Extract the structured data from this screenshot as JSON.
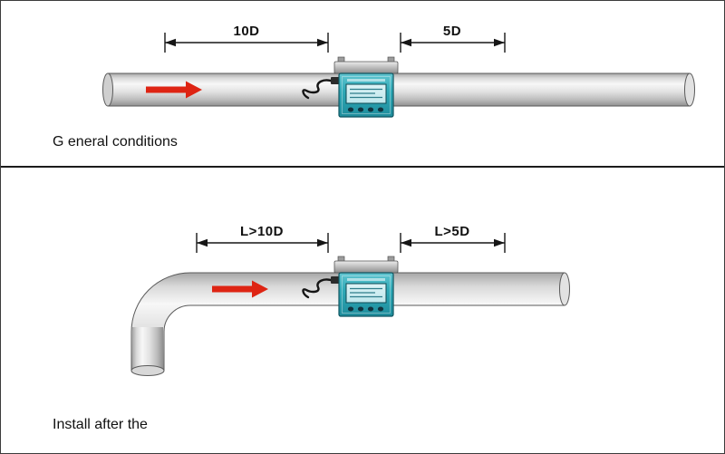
{
  "diagram": {
    "panels": {
      "general": {
        "caption": "G eneral conditions",
        "dim_upstream": "10D",
        "dim_downstream": "5D"
      },
      "elbow": {
        "caption": "Install after the",
        "dim_upstream": "L>10D",
        "dim_downstream": "L>5D"
      }
    },
    "colors": {
      "flow_arrow": "#de2413",
      "meter_face": "#2fa9b7",
      "meter_screen": "#cdeef2",
      "pipe_light": "#f7f7f7",
      "pipe_dark": "#8f8f8f",
      "line": "#161616"
    },
    "icons": {
      "flow_arrow": "flow-direction-arrow",
      "meter": "ultrasonic-flow-meter"
    }
  }
}
